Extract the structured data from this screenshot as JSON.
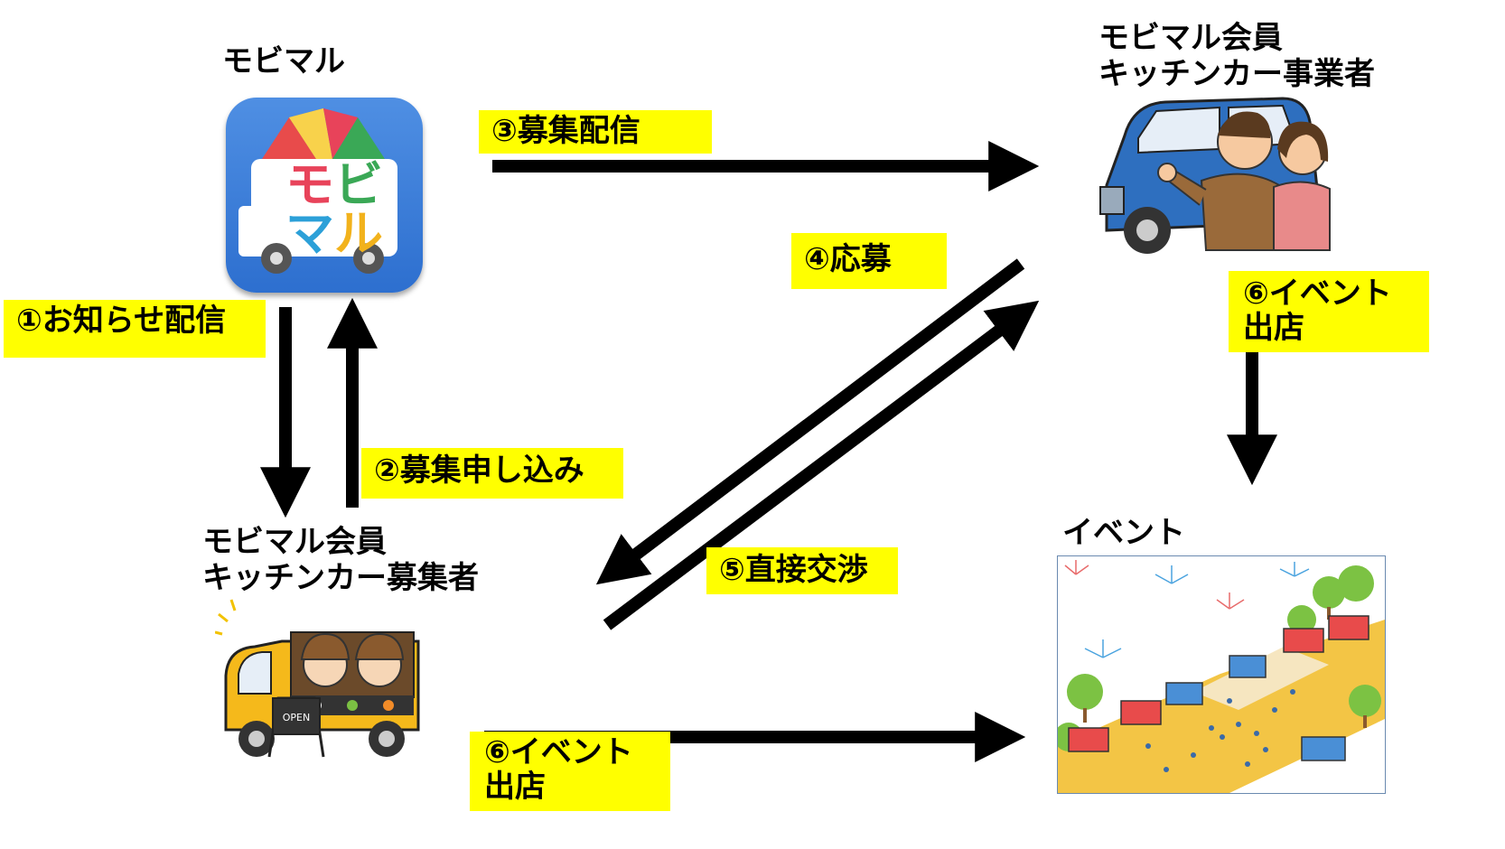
{
  "app_label": "モビマル",
  "app_icon": {
    "line1": [
      "モ",
      "ビ"
    ],
    "line2": [
      "マ",
      "ル"
    ],
    "colors": {
      "mo": "#e8435a",
      "bi": "#3aa856",
      "ma": "#2ca0d8",
      "ru": "#f2b21c"
    }
  },
  "owner_label": [
    "モビマル会員",
    "キッチンカー事業者"
  ],
  "recruiter_label": [
    "モビマル会員",
    "キッチンカー募集者"
  ],
  "event_label": "イベント",
  "steps": {
    "s1": "①お知らせ配信",
    "s2": "②募集申し込み",
    "s3": "③募集配信",
    "s4": "④応募",
    "s5": "⑤直接交渉",
    "s6a": [
      "⑥イベント",
      "出店"
    ],
    "s6b": [
      "⑥イベント",
      "出店"
    ]
  },
  "truck_sign": "OPEN",
  "accent": "#ffff00"
}
